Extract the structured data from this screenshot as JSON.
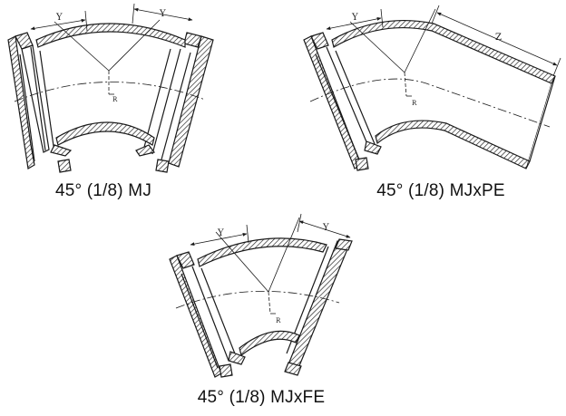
{
  "fittings": [
    {
      "caption": "45° (1/8) MJ",
      "dim_labels": {
        "left_y": "Y",
        "right_y": "Y",
        "radius": "R"
      }
    },
    {
      "caption": "45° (1/8) MJxPE",
      "dim_labels": {
        "left_y": "Y",
        "z": "Z",
        "radius": "R"
      }
    },
    {
      "caption": "45° (1/8) MJxFE",
      "dim_labels": {
        "left_y": "Y",
        "right_y": "Y",
        "radius": "R"
      }
    }
  ],
  "colors": {
    "line": "#1a1a1a",
    "background": "#ffffff"
  }
}
